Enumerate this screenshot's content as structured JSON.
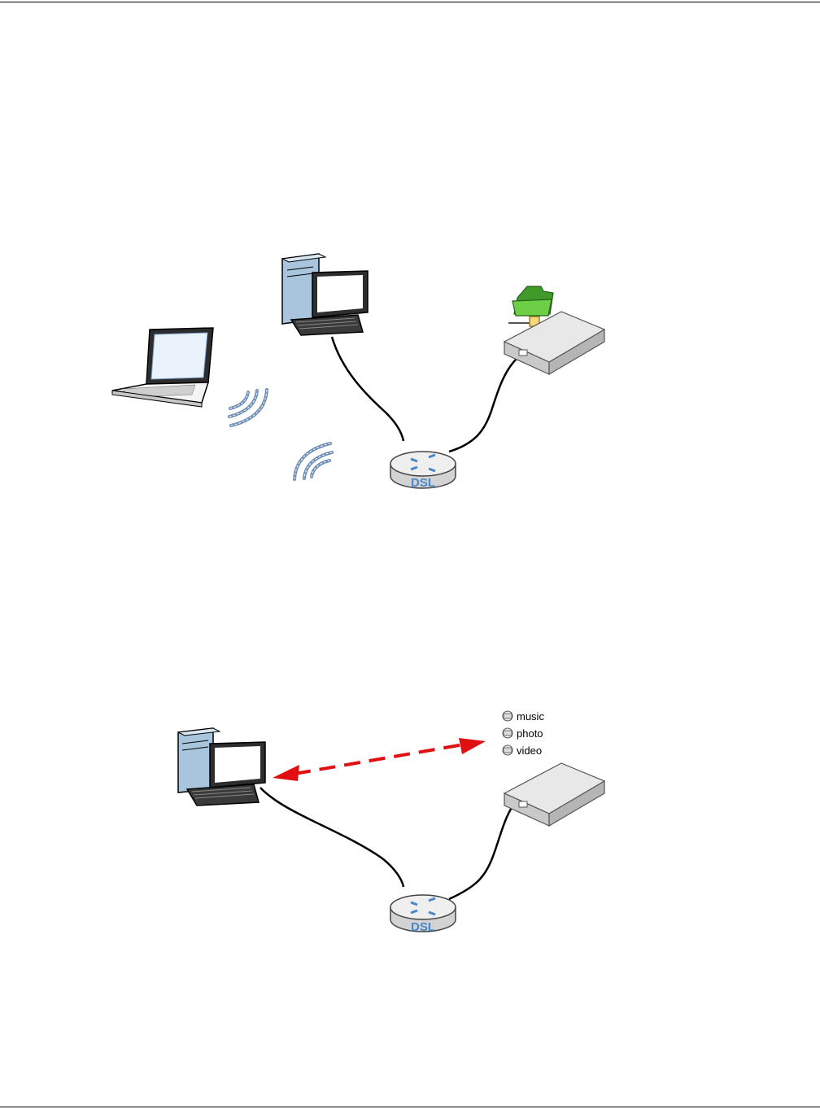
{
  "colors": {
    "cable": "#000000",
    "wireless": "#6f8fb8",
    "access_arrow": "#e01010",
    "folder_green": "#5bbf3a",
    "device_gray": "#d6d6d6",
    "router_blue": "#4a86c8"
  },
  "figure1": {
    "router_label": "DSL",
    "icons": [
      "laptop-icon",
      "desktop-pc-icon",
      "wireless-signal-icon",
      "shared-folder-icon",
      "usb-storage-icon",
      "dsl-router-icon"
    ]
  },
  "figure2": {
    "router_label": "DSL",
    "shares": [
      {
        "label": "music"
      },
      {
        "label": "photo"
      },
      {
        "label": "video"
      }
    ],
    "icons": [
      "desktop-pc-icon",
      "share-folder-icon",
      "usb-storage-icon",
      "dsl-router-icon"
    ]
  }
}
